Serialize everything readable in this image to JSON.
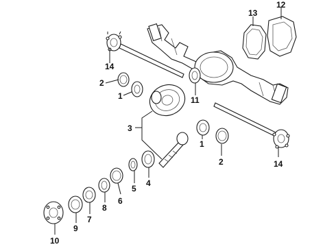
{
  "diagram": {
    "callouts": {
      "c1a": "1",
      "c1b": "1",
      "c2a": "2",
      "c2b": "2",
      "c3": "3",
      "c4": "4",
      "c5": "5",
      "c6": "6",
      "c7": "7",
      "c8": "8",
      "c9": "9",
      "c10": "10",
      "c11": "11",
      "c12": "12",
      "c13": "13",
      "c14a": "14",
      "c14b": "14"
    }
  }
}
